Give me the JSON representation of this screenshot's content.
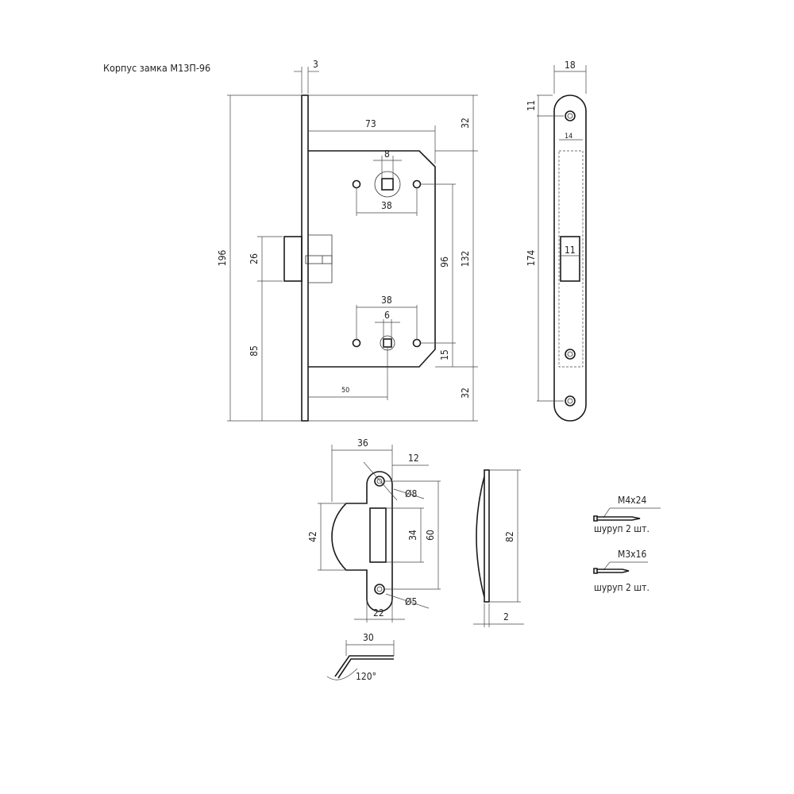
{
  "title": "Корпус замка М13П-96",
  "lock_body": {
    "faceplate_thickness": "3",
    "backset_width": "73",
    "square_spindle": "8",
    "handle_spacing_top": "38",
    "handle_spacing_bottom": "38",
    "small_spindle": "6",
    "overall_height": "196",
    "latch_height": "26",
    "latch_offset": "85",
    "body_height": "132",
    "center_distance": "96",
    "bottom_offset": "15",
    "top_margin": "32",
    "bottom_margin": "32",
    "backset": "50"
  },
  "faceplate": {
    "width": "18",
    "screw_offset": "11",
    "cutout_width": "14",
    "latch_slot": "11",
    "height": "174"
  },
  "strike_plate": {
    "width": "36",
    "edge": "12",
    "hole_large": "Ø8",
    "hole_small": "Ø5",
    "height": "42",
    "slot_height": "34",
    "hole_spacing": "60",
    "slot_width": "22",
    "tongue": "30",
    "angle": "120°"
  },
  "strike_side": {
    "height": "82",
    "thickness": "2"
  },
  "screws": [
    {
      "size": "М4х24",
      "note": "шуруп 2 шт."
    },
    {
      "size": "М3х16",
      "note": "шуруп 2 шт."
    }
  ]
}
